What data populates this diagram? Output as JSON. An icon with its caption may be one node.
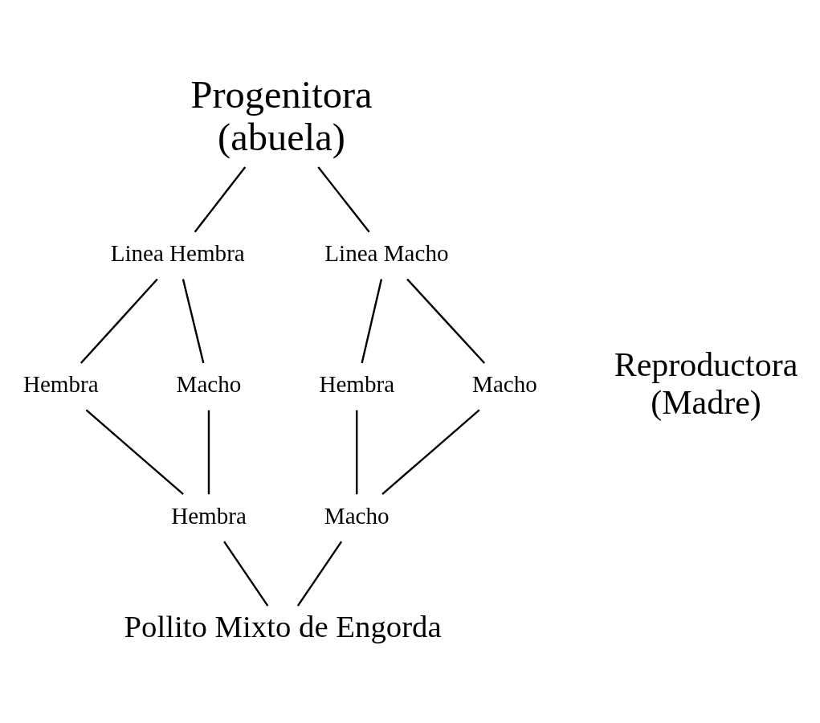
{
  "diagram": {
    "nodes": [
      {
        "text": [
          "Progenitora",
          "(abuela)"
        ]
      },
      {
        "text": [
          "Linea Hembra"
        ]
      },
      {
        "text": [
          "Linea Macho"
        ]
      },
      {
        "text": [
          "Hembra"
        ]
      },
      {
        "text": [
          "Macho"
        ]
      },
      {
        "text": [
          "Hembra"
        ]
      },
      {
        "text": [
          "Macho"
        ]
      },
      {
        "text": [
          "Hembra"
        ]
      },
      {
        "text": [
          "Macho"
        ]
      },
      {
        "text": [
          "Pollito Mixto de Engorda"
        ]
      }
    ],
    "edges": [
      {
        "from": 0,
        "to": 1,
        "arrow": "none"
      },
      {
        "from": 0,
        "to": 2,
        "arrow": "none"
      },
      {
        "from": 1,
        "to": 3,
        "arrow": "none"
      },
      {
        "from": 1,
        "to": 4,
        "arrow": "none"
      },
      {
        "from": 2,
        "to": 5,
        "arrow": "none"
      },
      {
        "from": 2,
        "to": 6,
        "arrow": "none"
      },
      {
        "from": 3,
        "to": 7,
        "arrow": "none"
      },
      {
        "from": 4,
        "to": 7,
        "arrow": "none"
      },
      {
        "from": 5,
        "to": 8,
        "arrow": "none"
      },
      {
        "from": 6,
        "to": 8,
        "arrow": "none"
      },
      {
        "from": 7,
        "to": 9,
        "arrow": "none"
      },
      {
        "from": 8,
        "to": 9,
        "arrow": "none"
      }
    ],
    "labels": [
      "Reproductora",
      "(Madre)"
    ]
  }
}
